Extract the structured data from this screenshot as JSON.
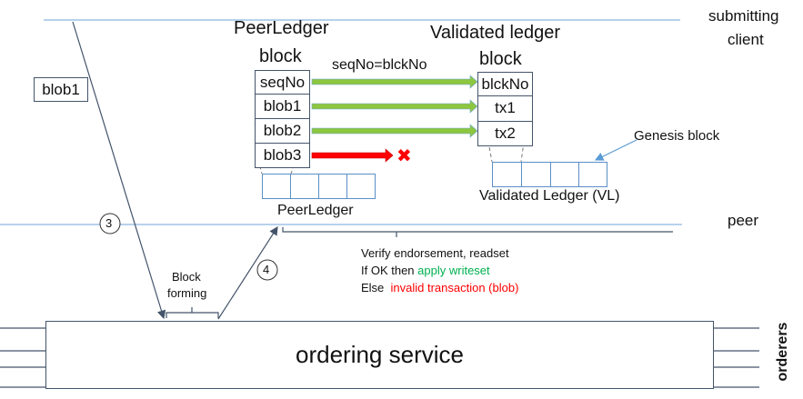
{
  "lanes": {
    "submitting_client": "submitting\nclient",
    "submitting_client_line1": "submitting",
    "submitting_client_line2": "client",
    "peer": "peer",
    "orderers": "orderers"
  },
  "peer_ledger": {
    "title": "PeerLedger",
    "block_label": "block",
    "rows": [
      "seqNo",
      "blob1",
      "blob2",
      "blob3"
    ],
    "ledger_label": "PeerLedger",
    "ledger_cells": 4
  },
  "validated_ledger": {
    "title": "Validated ledger",
    "block_label": "block",
    "rows": [
      "blckNo",
      "tx1",
      "tx2"
    ],
    "ledger_label": "Validated Ledger (VL)",
    "ledger_cells": 4,
    "genesis_label": "Genesis block"
  },
  "mapping_label": "seqNo=blckNo",
  "arrows": [
    {
      "from": "seqNo",
      "to": "blckNo",
      "status": "valid"
    },
    {
      "from": "blob1",
      "to": "tx1",
      "status": "valid"
    },
    {
      "from": "blob2",
      "to": "tx2",
      "status": "valid"
    },
    {
      "from": "blob3",
      "to": null,
      "status": "invalid"
    }
  ],
  "blob_box": "blob1",
  "steps": [
    "3",
    "4"
  ],
  "block_forming": {
    "line1": "Block",
    "line2": "forming"
  },
  "validation": {
    "line1": "Verify  endorsement,  readset",
    "line2_prefix": "If OK then ",
    "line2_action": "apply writeset",
    "line3_prefix": "Else  ",
    "line3_action": "invalid transaction (blob)"
  },
  "ordering_service": "ordering service",
  "colors": {
    "lane_line": "#8eb4e3",
    "valid_arrow": "#8dc63f",
    "invalid_arrow": "#ff0000",
    "apply_text": "#00b050",
    "invalid_text": "#ff0000",
    "ledger_border": "#5b8fc7"
  }
}
